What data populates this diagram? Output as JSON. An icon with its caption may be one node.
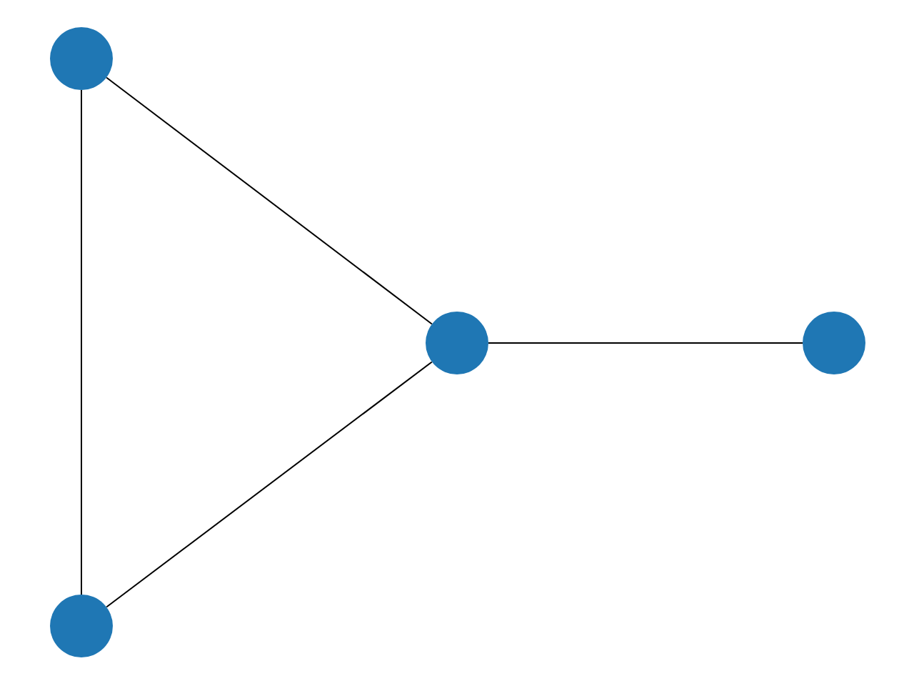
{
  "diagram": {
    "nodes": [
      {
        "text": [],
        "shape": "circle"
      },
      {
        "text": [],
        "shape": "circle"
      },
      {
        "text": [],
        "shape": "circle"
      },
      {
        "text": [],
        "shape": "circle"
      }
    ],
    "edges": [
      {
        "from": 0,
        "to": 1,
        "arrow": "none"
      },
      {
        "from": 0,
        "to": 3,
        "arrow": "none"
      },
      {
        "from": 1,
        "to": 2,
        "arrow": "none"
      },
      {
        "from": 1,
        "to": 3,
        "arrow": "none"
      }
    ]
  }
}
